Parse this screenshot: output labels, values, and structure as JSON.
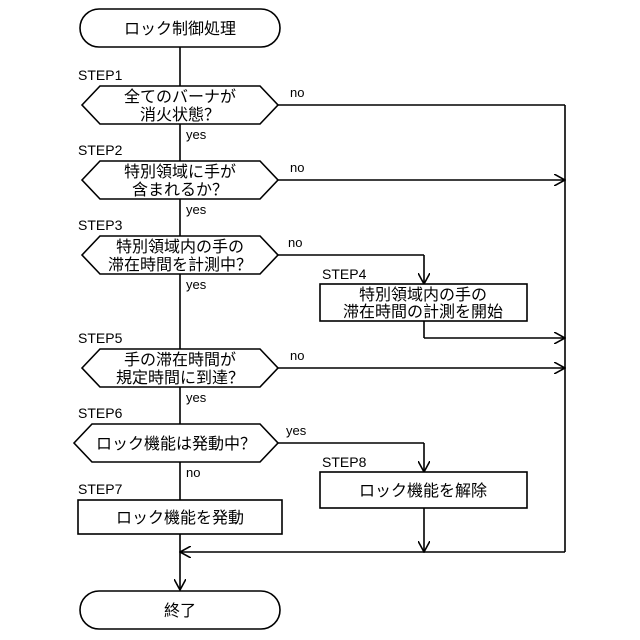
{
  "start": "ロック制御処理",
  "end": "終了",
  "steps": {
    "s1": {
      "tag": "STEP1",
      "line1": "全てのバーナが",
      "line2": "消火状態？",
      "yes": "yes",
      "no": "no"
    },
    "s2": {
      "tag": "STEP2",
      "line1": "特別領域に手が",
      "line2": "含まれるか？",
      "yes": "yes",
      "no": "no"
    },
    "s3": {
      "tag": "STEP3",
      "line1": "特別領域内の手の",
      "line2": "滞在時間を計測中？",
      "yes": "yes",
      "no": "no"
    },
    "s4": {
      "tag": "STEP4",
      "line1": "特別領域内の手の",
      "line2": "滞在時間の計測を開始"
    },
    "s5": {
      "tag": "STEP5",
      "line1": "手の滞在時間が",
      "line2": "規定時間に到達？",
      "yes": "yes",
      "no": "no"
    },
    "s6": {
      "tag": "STEP6",
      "label": "ロック機能は発動中？",
      "yes": "yes",
      "no": "no"
    },
    "s7": {
      "tag": "STEP7",
      "label": "ロック機能を発動"
    },
    "s8": {
      "tag": "STEP8",
      "label": "ロック機能を解除"
    }
  }
}
